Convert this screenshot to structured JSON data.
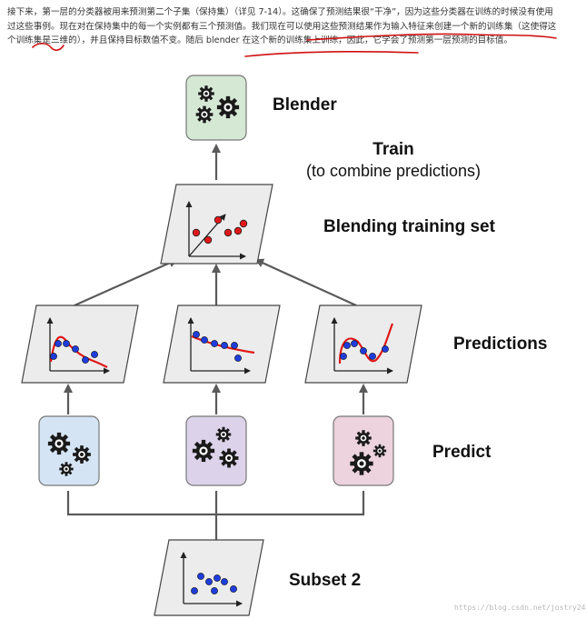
{
  "paragraph": {
    "text": "接下来，第一层的分类器被用来预测第二个子集（保持集）（详见 7-14）。这确保了预测结果很“干净”，因为这些分类器在训练的时候没有使用过这些事例。现在对在保持集中的每一个实例都有三个预测值。我们现在可以使用这些预测结果作为输入特征来创建一个新的训练集（这使得这个训练集是三维的），并且保持目标数值不变。随后 blender 在这个新的训练集上训练，因此，它学会了预测第一层预测的目标值。"
  },
  "diagram": {
    "blender_label": "Blender",
    "train_label": "Train",
    "train_sub": "(to combine predictions)",
    "blending_set_label": "Blending training set",
    "predictions_label": "Predictions",
    "predict_label": "Predict",
    "subset_label": "Subset 2"
  },
  "colors": {
    "blender_box": "#d5e8d4",
    "predictor_1": "#d4e4f4",
    "predictor_2": "#dcd3ea",
    "predictor_3": "#ecd3dd",
    "plot_bg": "#ececec",
    "point_blue": "#1f3cdc",
    "point_red": "#e01818",
    "curve_red": "#e01818",
    "arrow": "#5a5a5a",
    "annotation_red": "#d01010"
  },
  "icons": [
    "gear-cluster-icon",
    "scatter-plot-icon",
    "up-arrow-icon"
  ],
  "watermark": "https://blog.csdn.net/jostry24"
}
